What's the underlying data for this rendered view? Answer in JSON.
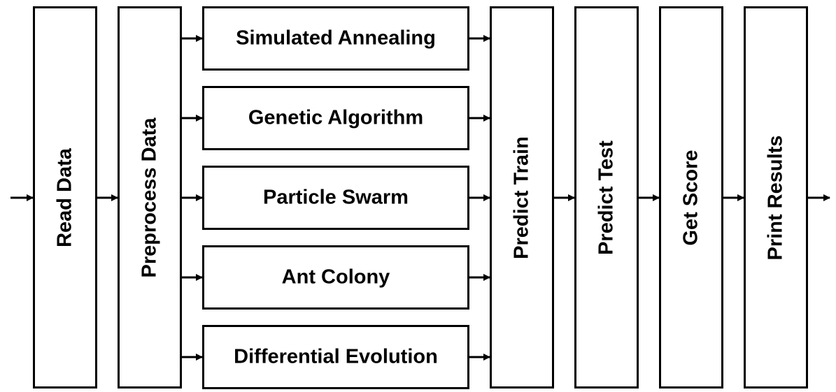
{
  "diagram": {
    "stages": {
      "read_data": "Read Data",
      "preprocess_data": "Preprocess Data",
      "predict_train": "Predict Train",
      "predict_test": "Predict Test",
      "get_score": "Get Score",
      "print_results": "Print Results"
    },
    "algorithms": [
      "Simulated Annealing",
      "Genetic Algorithm",
      "Particle Swarm",
      "Ant Colony",
      "Differential Evolution"
    ]
  },
  "colors": {
    "stroke": "#000000",
    "background": "#ffffff"
  }
}
